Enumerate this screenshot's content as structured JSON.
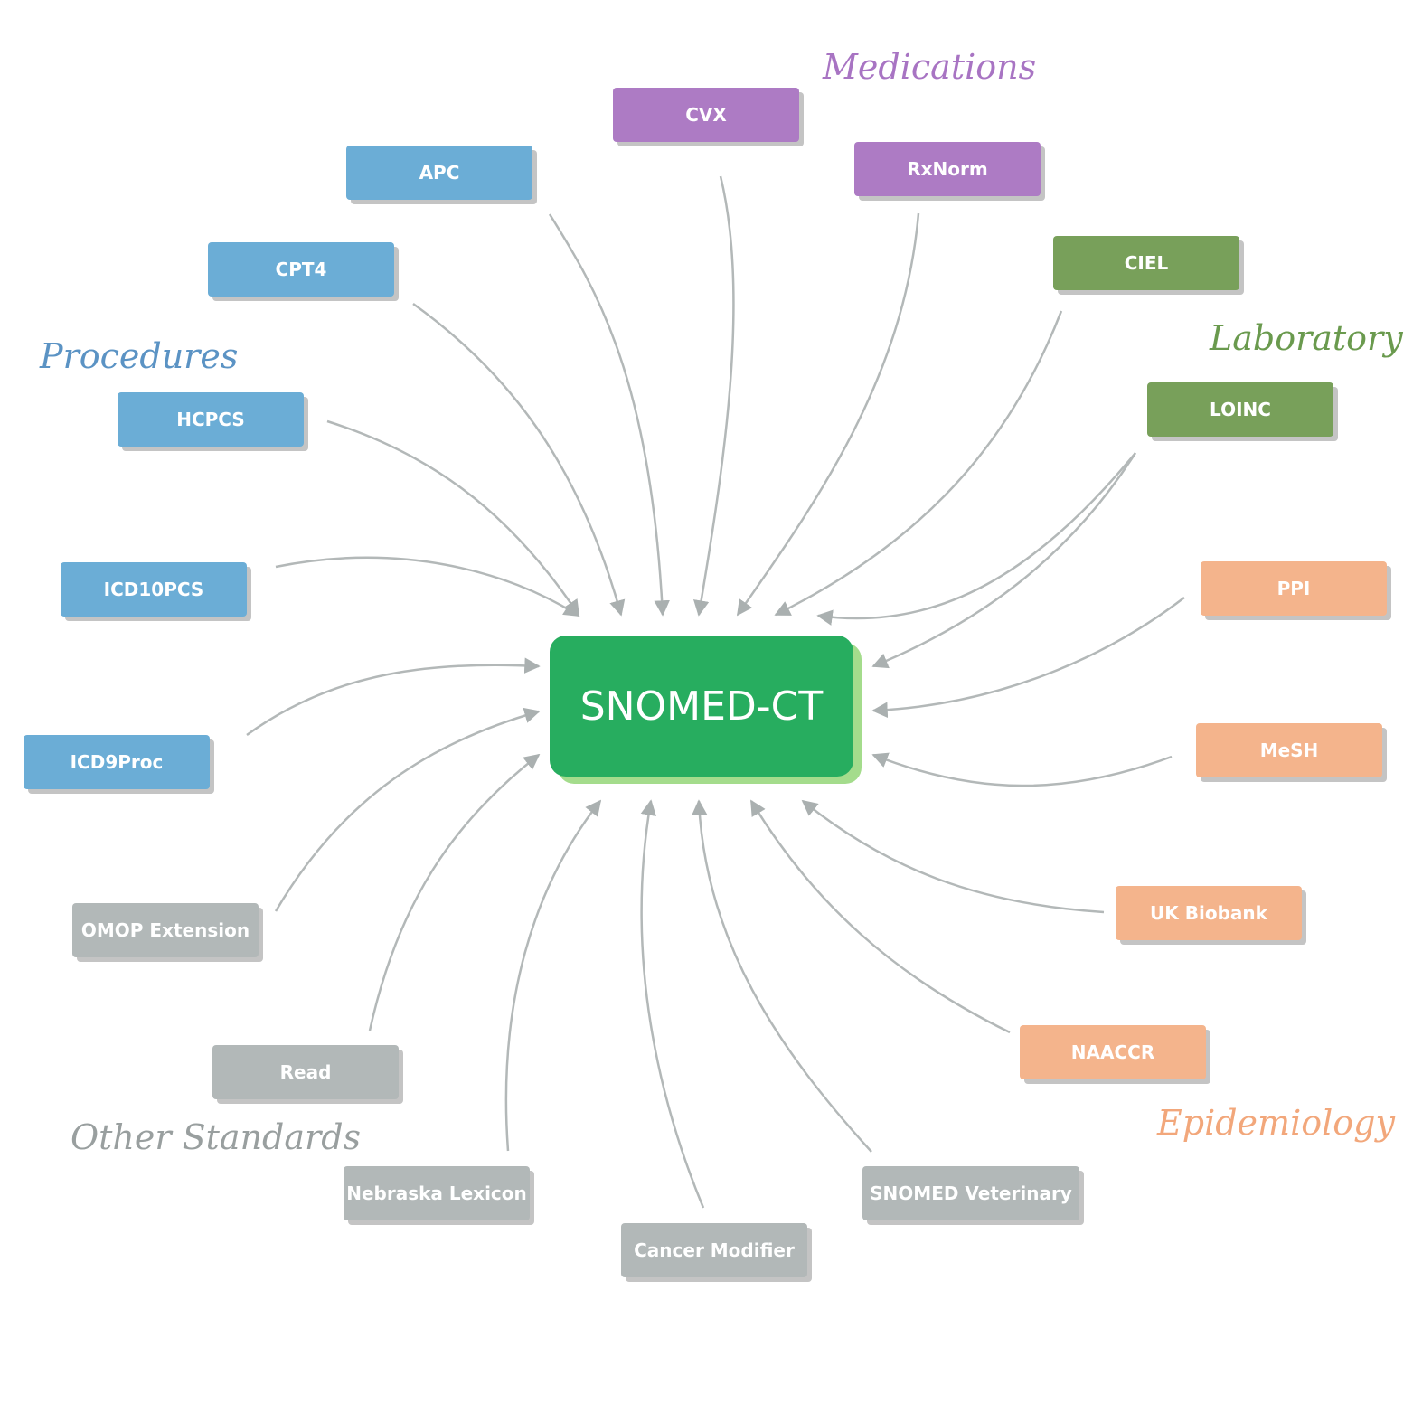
{
  "center": {
    "label": "SNOMED-CT",
    "color": "#27ad5f"
  },
  "categories": {
    "procedures": {
      "label": "Procedures",
      "color": "#5b93c4"
    },
    "medications": {
      "label": "Medications",
      "color": "#a874c3"
    },
    "laboratory": {
      "label": "Laboratory",
      "color": "#6a9a4e"
    },
    "epidemiology": {
      "label": "Epidemiology",
      "color": "#f2a77b"
    },
    "other": {
      "label": "Other Standards",
      "color": "#999f9f"
    }
  },
  "nodes": {
    "apc": {
      "label": "APC",
      "category": "procedures"
    },
    "cpt4": {
      "label": "CPT4",
      "category": "procedures"
    },
    "hcpcs": {
      "label": "HCPCS",
      "category": "procedures"
    },
    "icd10pcs": {
      "label": "ICD10PCS",
      "category": "procedures"
    },
    "icd9proc": {
      "label": "ICD9Proc",
      "category": "procedures"
    },
    "cvx": {
      "label": "CVX",
      "category": "medications"
    },
    "rxnorm": {
      "label": "RxNorm",
      "category": "medications"
    },
    "ciel": {
      "label": "CIEL",
      "category": "laboratory"
    },
    "loinc": {
      "label": "LOINC",
      "category": "laboratory"
    },
    "ppi": {
      "label": "PPI",
      "category": "epidemiology"
    },
    "mesh": {
      "label": "MeSH",
      "category": "epidemiology"
    },
    "ukbiobank": {
      "label": "UK Biobank",
      "category": "epidemiology"
    },
    "naaccr": {
      "label": "NAACCR",
      "category": "epidemiology"
    },
    "omop": {
      "label": "OMOP Extension",
      "category": "other"
    },
    "read": {
      "label": "Read",
      "category": "other"
    },
    "nebraska": {
      "label": "Nebraska Lexicon",
      "category": "other"
    },
    "cancermod": {
      "label": "Cancer Modifier",
      "category": "other"
    },
    "snomedvet": {
      "label": "SNOMED Veterinary",
      "category": "other"
    }
  },
  "edge_color": "#b3b8b8"
}
